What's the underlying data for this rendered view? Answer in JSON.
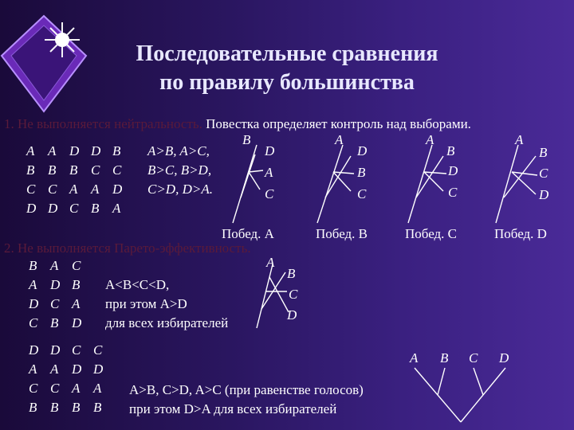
{
  "title": {
    "line1": "Последовательные сравнения",
    "line2": "по правилу большинства"
  },
  "section1": {
    "heading_prefix": "1. Не выполняется нейтральность.",
    "heading_rest": "Повестка определяет контроль над выборами.",
    "matrix": [
      [
        "A",
        "A",
        "D",
        "D",
        "B"
      ],
      [
        "B",
        "B",
        "B",
        "C",
        "C"
      ],
      [
        "C",
        "C",
        "A",
        "A",
        "D"
      ],
      [
        "D",
        "D",
        "C",
        "B",
        "A"
      ]
    ],
    "relations": [
      "A>B, A>C,",
      "B>C, B>D,",
      "C>D, D>A."
    ],
    "trees": [
      {
        "top": "B",
        "seq": [
          "D",
          "A",
          "C"
        ],
        "winner": "Побед. A"
      },
      {
        "top": "A",
        "seq": [
          "D",
          "B",
          "C"
        ],
        "winner": "Побед. B"
      },
      {
        "top": "A",
        "seq": [
          "B",
          "D",
          "C"
        ],
        "winner": "Побед. C"
      },
      {
        "top": "A",
        "seq": [
          "B",
          "C",
          "D"
        ],
        "winner": "Побед. D"
      }
    ]
  },
  "section2": {
    "heading": "2. Не выполняется Парето-эффективность.",
    "matrix": [
      [
        "B",
        "A",
        "C"
      ],
      [
        "A",
        "D",
        "B"
      ],
      [
        "D",
        "C",
        "A"
      ],
      [
        "C",
        "B",
        "D"
      ]
    ],
    "text": [
      "A<B<C<D,",
      "при этом A>D",
      "для всех избирателей"
    ],
    "tree_labels": [
      "A",
      "B",
      "C",
      "D"
    ]
  },
  "section3": {
    "matrix": [
      [
        "D",
        "D",
        "C",
        "C"
      ],
      [
        "A",
        "A",
        "D",
        "D"
      ],
      [
        "C",
        "C",
        "A",
        "A"
      ],
      [
        "B",
        "B",
        "B",
        "B"
      ]
    ],
    "text": [
      "A>B, C>D, A>C (при равенстве голосов)",
      "при этом D>A для всех избирателей"
    ],
    "tree_labels": [
      "A",
      "B",
      "C",
      "D"
    ]
  },
  "colors": {
    "background": "#2a1660",
    "text": "#ffffff",
    "muted_heading": "#5a1a3a"
  },
  "icons": [
    "diamond-star-logo-icon"
  ]
}
